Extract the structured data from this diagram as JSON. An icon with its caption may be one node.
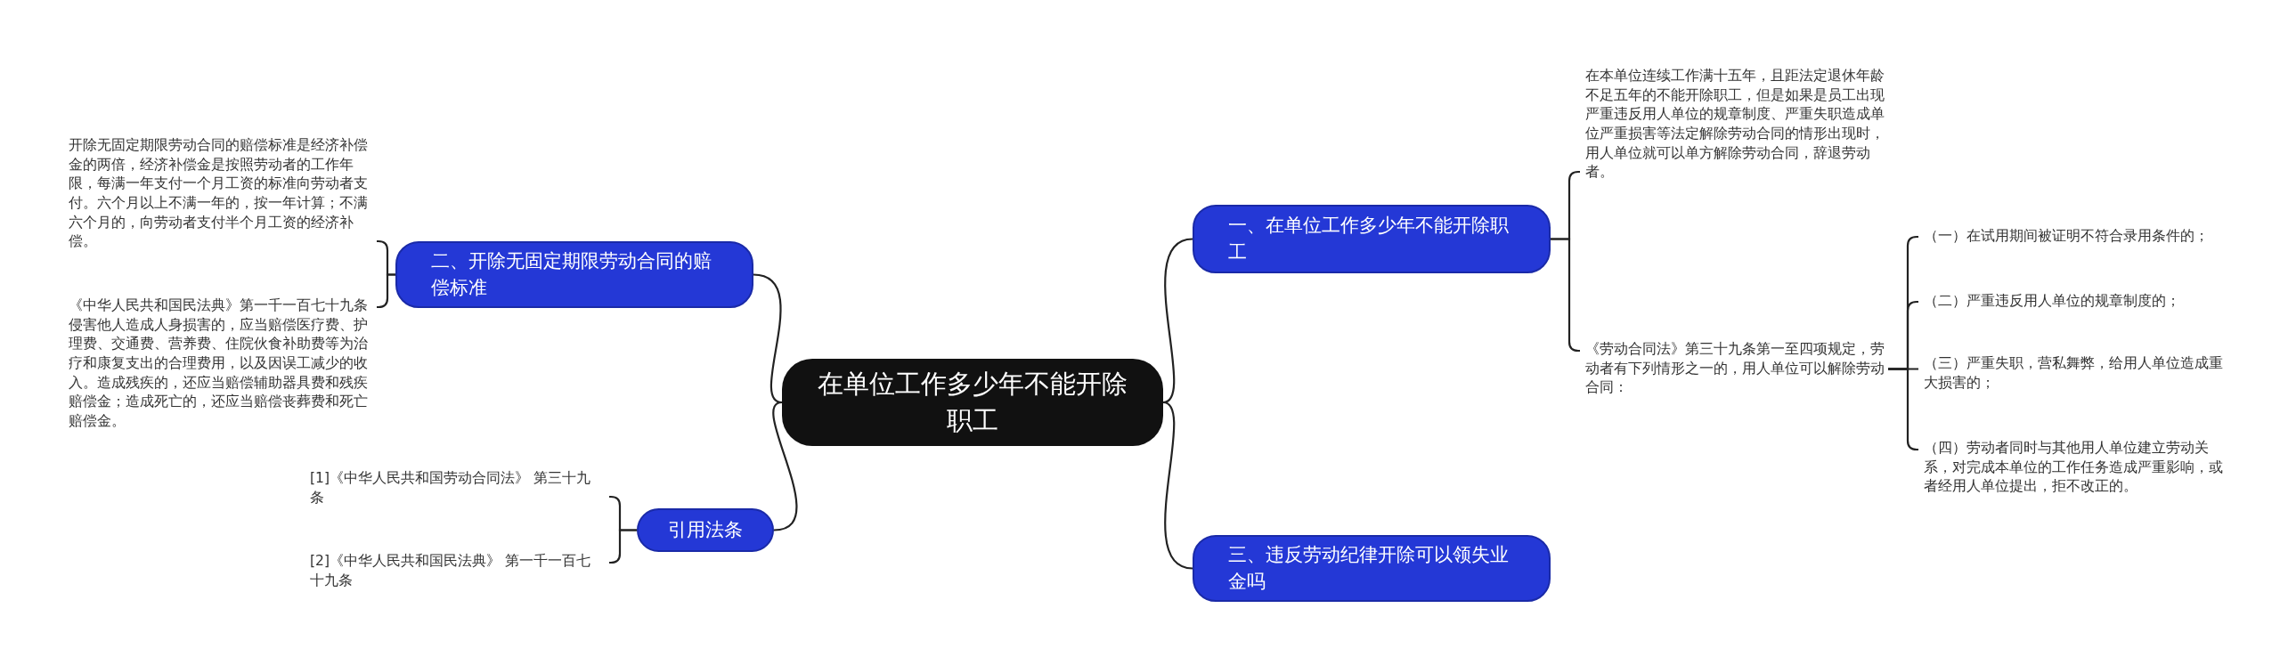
{
  "diagram": {
    "nodes": [
      {
        "text": [
          "在单位工作多少年不能开除职工"
        ]
      },
      {
        "text": [
          "一、在单位工作多少年不能开除职工"
        ]
      },
      {
        "text": [
          "在本单位连续工作满十五年，且距法定退休年龄不足五年的不能开除职工，但是如果是员工出现严重违反用人单位的规章制度、严重失职造成单位严重损害等法定解除劳动合同的情形出现时，用人单位就可以单方解除劳动合同，辞退劳动者。"
        ]
      },
      {
        "text": [
          "《劳动合同法》第三十九条第一至四项规定，劳动者有下列情形之一的，用人单位可以解除劳动合同："
        ]
      },
      {
        "text": [
          "（一）在试用期间被证明不符合录用条件的；"
        ]
      },
      {
        "text": [
          "（二）严重违反用人单位的规章制度的；"
        ]
      },
      {
        "text": [
          "（三）严重失职，营私舞弊，给用人单位造成重大损害的；"
        ]
      },
      {
        "text": [
          "（四）劳动者同时与其他用人单位建立劳动关系，对完成本单位的工作任务造成严重影响，或者经用人单位提出，拒不改正的。"
        ]
      },
      {
        "text": [
          "二、开除无固定期限劳动合同的赔偿标准"
        ]
      },
      {
        "text": [
          "开除无固定期限劳动合同的赔偿标准是经济补偿金的两倍，经济补偿金是按照劳动者的工作年限，每满一年支付一个月工资的标准向劳动者支付。六个月以上不满一年的，按一年计算；不满六个月的，向劳动者支付半个月工资的经济补偿。"
        ]
      },
      {
        "text": [
          "《中华人民共和国民法典》第一千一百七十九条侵害他人造成人身损害的，应当赔偿医疗费、护理费、交通费、营养费、住院伙食补助费等为治疗和康复支出的合理费用，以及因误工减少的收入。造成残疾的，还应当赔偿辅助器具费和残疾赔偿金；造成死亡的，还应当赔偿丧葬费和死亡赔偿金。"
        ]
      },
      {
        "text": [
          "三、违反劳动纪律开除可以领失业金吗"
        ]
      },
      {
        "text": [
          "引用法条"
        ]
      },
      {
        "text": [
          "[1]《中华人民共和国劳动合同法》 第三十九条"
        ]
      },
      {
        "text": [
          "[2]《中华人民共和国民法典》 第一千一百七十九条"
        ]
      }
    ],
    "edges": [
      {
        "from": 0,
        "to": 1,
        "arrow": "none"
      },
      {
        "from": 1,
        "to": 2,
        "arrow": "none"
      },
      {
        "from": 1,
        "to": 3,
        "arrow": "none"
      },
      {
        "from": 3,
        "to": 4,
        "arrow": "none"
      },
      {
        "from": 3,
        "to": 5,
        "arrow": "none"
      },
      {
        "from": 3,
        "to": 6,
        "arrow": "none"
      },
      {
        "from": 3,
        "to": 7,
        "arrow": "none"
      },
      {
        "from": 0,
        "to": 8,
        "arrow": "none"
      },
      {
        "from": 8,
        "to": 9,
        "arrow": "none"
      },
      {
        "from": 8,
        "to": 10,
        "arrow": "none"
      },
      {
        "from": 0,
        "to": 11,
        "arrow": "none"
      },
      {
        "from": 0,
        "to": 12,
        "arrow": "none"
      },
      {
        "from": 12,
        "to": 13,
        "arrow": "none"
      },
      {
        "from": 12,
        "to": 14,
        "arrow": "none"
      }
    ]
  }
}
